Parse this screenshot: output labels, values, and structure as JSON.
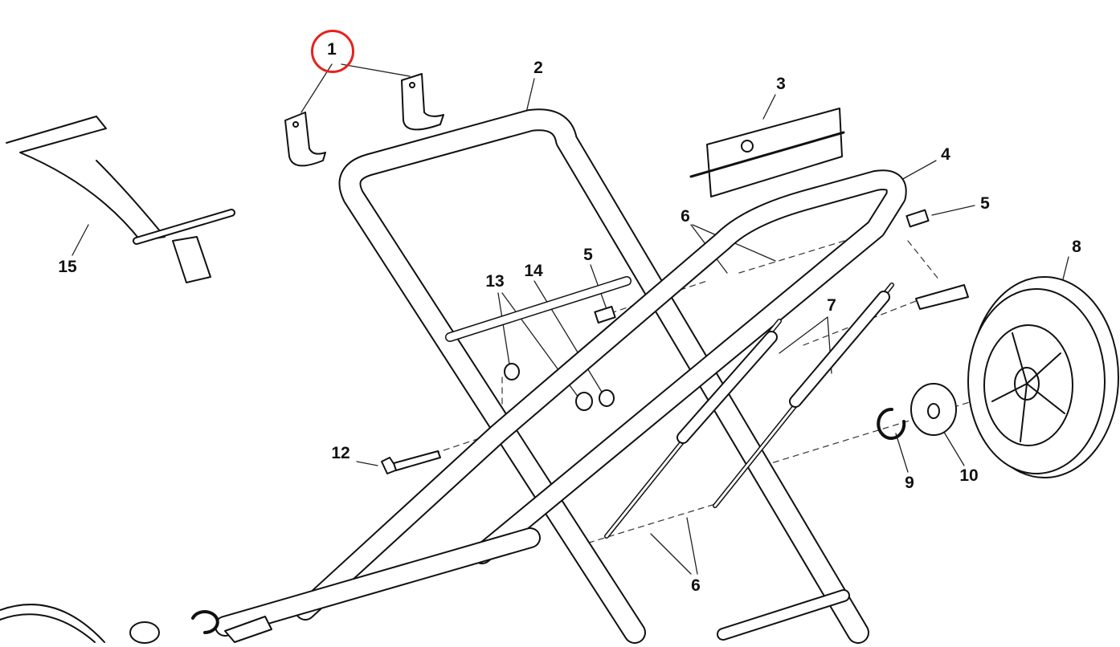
{
  "diagram": {
    "highlight_color": "#e8201c",
    "callouts": {
      "p1": "1",
      "p2": "2",
      "p3": "3",
      "p4": "4",
      "p5a": "5",
      "p5b": "5",
      "p6a": "6",
      "p6b": "6",
      "p7": "7",
      "p8": "8",
      "p9": "9",
      "p10": "10",
      "p12": "12",
      "p13": "13",
      "p14": "14",
      "p15": "15"
    }
  }
}
